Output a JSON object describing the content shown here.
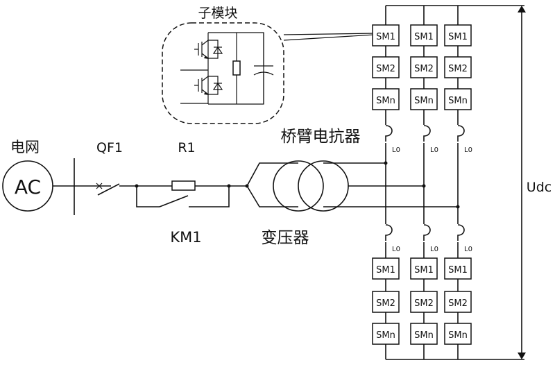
{
  "labels": {
    "source_group": "电网",
    "source": "AC",
    "breaker": "QF1",
    "resistor": "R1",
    "contactor": "KM1",
    "transformer": "变压器",
    "arm_reactor": "桥臂电抗器",
    "submodule": "子模块",
    "dc_voltage": "Udc"
  },
  "reactor_label": "L0",
  "submodule_labels": [
    "SM1",
    "SM2",
    "SMn"
  ]
}
